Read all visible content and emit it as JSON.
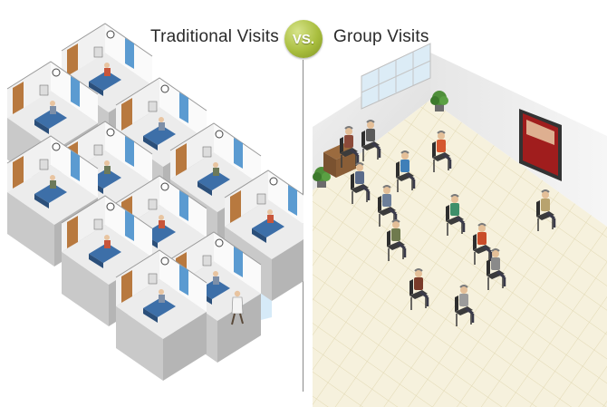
{
  "header": {
    "left_title": "Traditional Visits",
    "vs_label": "VS.",
    "right_title": "Group Visits"
  },
  "colors": {
    "vs_badge": "#a9be3e",
    "divider": "#8a8a8a",
    "floor_grid": "#ece5c8",
    "wall": "#f1f1f1",
    "wall_dark": "#c9c9c9",
    "wall_top": "#e0e0e0",
    "exam_table": "#3d6fa8",
    "door": "#b8793f",
    "tv_screen": "#a01d1d"
  },
  "scene": {
    "left": {
      "exam_room_count": 11,
      "icons": [
        "exam-room-icon",
        "clock-icon",
        "door-icon",
        "exam-table-icon",
        "doctor-walking-icon"
      ]
    },
    "right": {
      "seated_people": 13,
      "icons": [
        "window-icon",
        "plant-icon",
        "tv-screen-icon",
        "chair-icon",
        "person-icon",
        "speaker-icon"
      ]
    }
  }
}
